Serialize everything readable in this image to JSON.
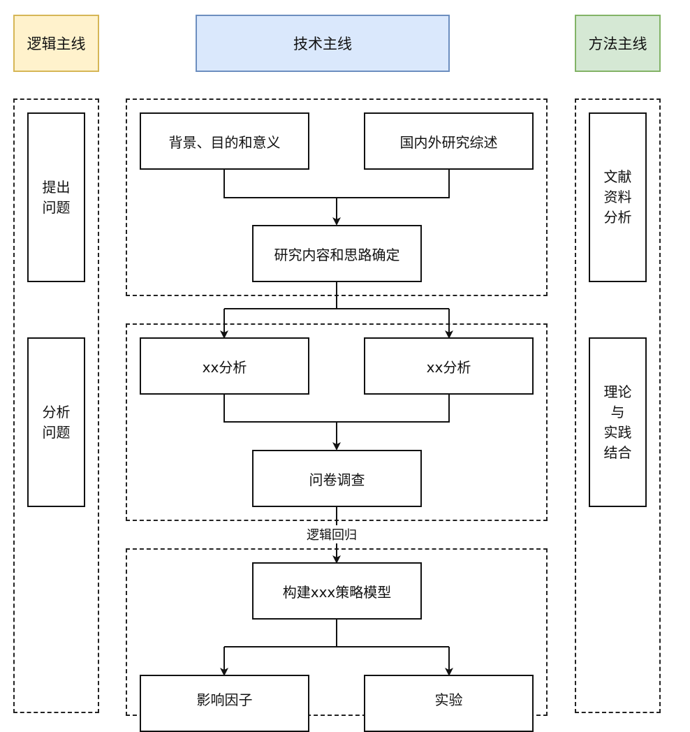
{
  "headers": {
    "logic": "逻辑主线",
    "tech": "技术主线",
    "method": "方法主线"
  },
  "colors": {
    "logic_fill": "#fff2cc",
    "logic_border": "#d6b656",
    "tech_fill": "#dae8fc",
    "tech_border": "#6c8ebf",
    "method_fill": "#d5e8d4",
    "method_border": "#82b366"
  },
  "logic_column": {
    "step1": "提出\n问题",
    "step2": "分析\n问题"
  },
  "method_column": {
    "step1": "文献\n资料\n分析",
    "step2": "理论\n与\n实践\n结合"
  },
  "tech_flow": {
    "group1": {
      "left": "背景、目的和意义",
      "right": "国内外研究综述",
      "merge": "研究内容和思路确定"
    },
    "group2": {
      "left": "xx分析",
      "right": "xx分析",
      "merge": "问卷调查"
    },
    "connector_label": "逻辑回归",
    "group3": {
      "top": "构建xxx策略模型",
      "left": "影响因子",
      "right": "实验"
    }
  }
}
